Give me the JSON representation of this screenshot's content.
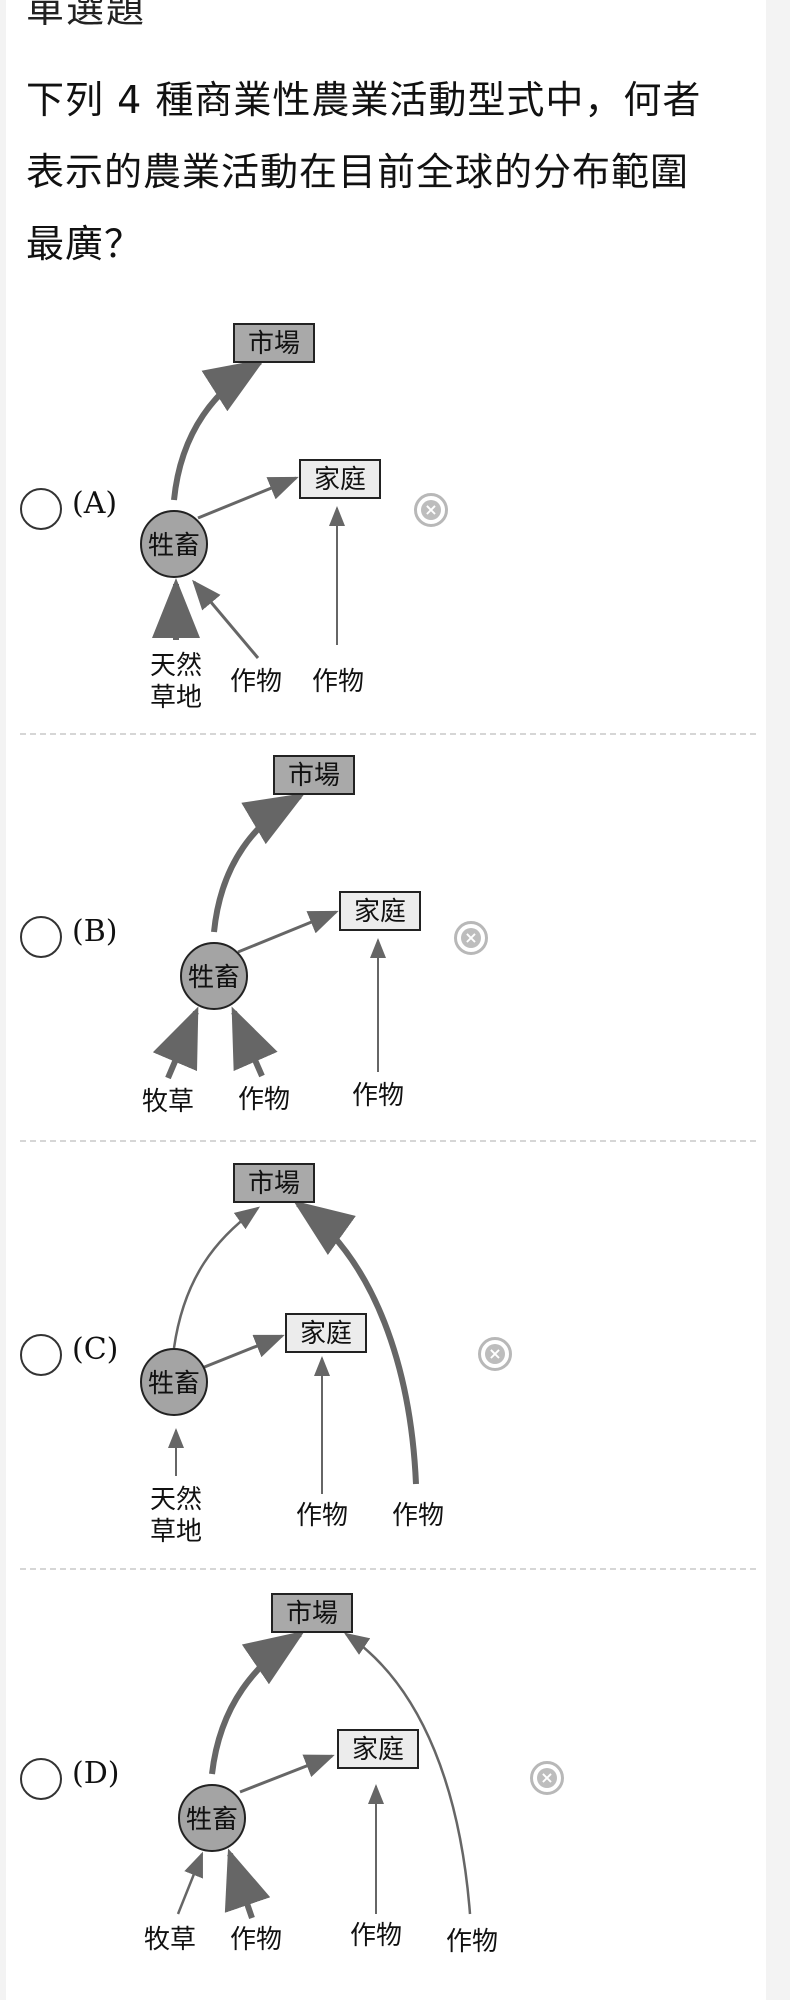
{
  "question": {
    "top_label": "單選題",
    "text": "下列 4 種商業性農業活動型式中，何者表示的農業活動在目前全球的分布範圍最廣？"
  },
  "options": [
    {
      "letter": "(A)",
      "market": "市場",
      "household": "家庭",
      "livestock": "牲畜",
      "inputs": [
        "天然",
        "草地",
        "作物",
        "作物"
      ]
    },
    {
      "letter": "(B)",
      "market": "市場",
      "household": "家庭",
      "livestock": "牲畜",
      "inputs": [
        "牧草",
        "作物",
        "作物"
      ]
    },
    {
      "letter": "(C)",
      "market": "市場",
      "household": "家庭",
      "livestock": "牲畜",
      "inputs": [
        "天然",
        "草地",
        "作物",
        "作物"
      ]
    },
    {
      "letter": "(D)",
      "market": "市場",
      "household": "家庭",
      "livestock": "牲畜",
      "inputs": [
        "牧草",
        "作物",
        "作物",
        "作物"
      ]
    }
  ],
  "colors": {
    "box_dark": "#a9a9a9",
    "box_light": "#ececec",
    "circle": "#a4a4a4",
    "arrow": "#666666"
  }
}
